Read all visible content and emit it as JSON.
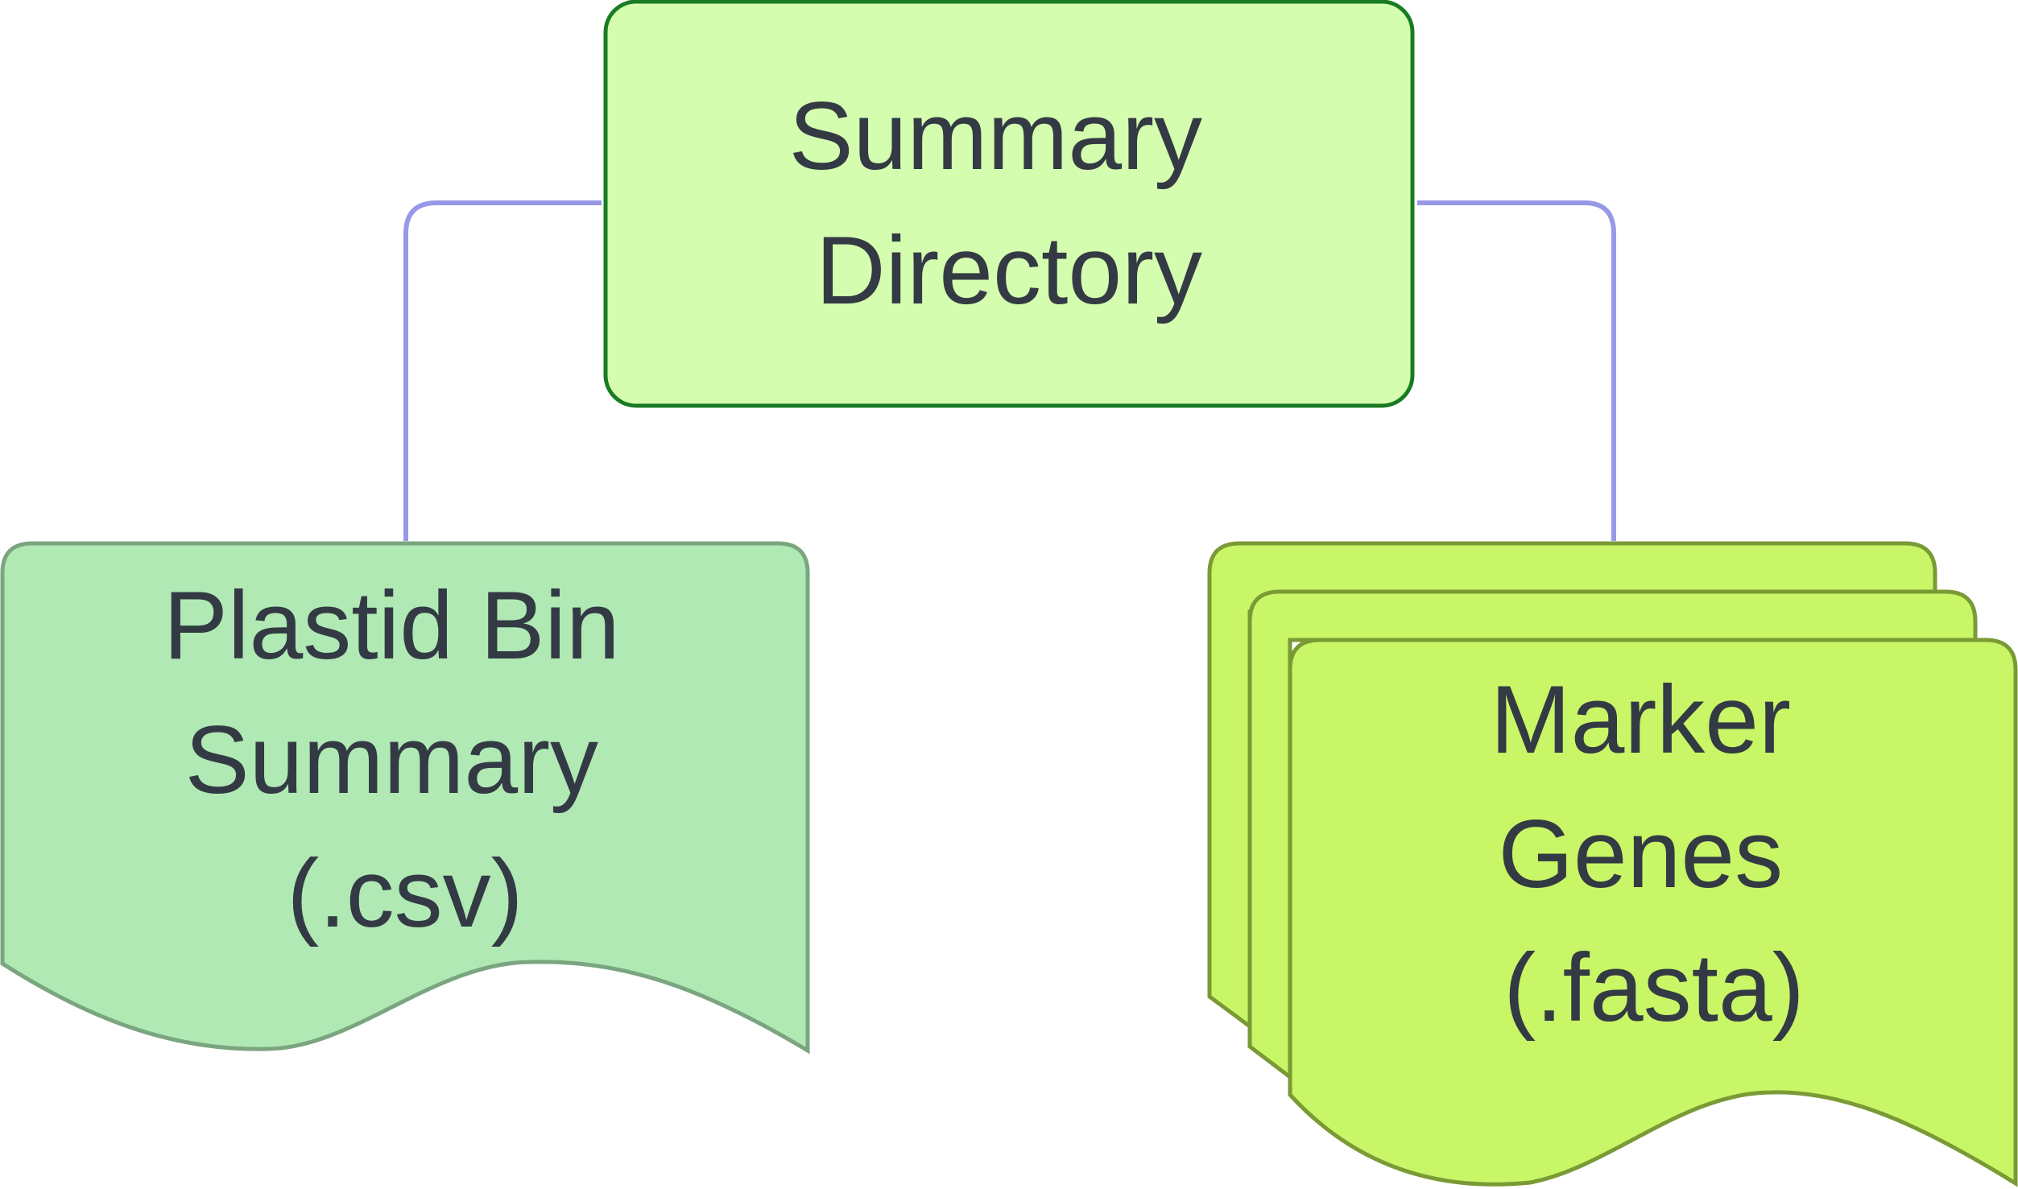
{
  "colors": {
    "connector": "#9898e8",
    "summary_fill": "#d4fdaf",
    "summary_stroke": "#197c23",
    "plastid_fill": "#b0e9b4",
    "plastid_stroke": "#7aa57f",
    "marker_fill": "#c8f666",
    "marker_stroke": "#7a9a36",
    "text": "#333a44"
  },
  "nodes": {
    "summary_directory": {
      "shape": "rounded-rectangle",
      "lines": [
        "Summary",
        "Directory"
      ]
    },
    "plastid_bin_summary": {
      "shape": "document",
      "lines": [
        "Plastid Bin",
        "Summary",
        "(.csv)"
      ]
    },
    "marker_genes": {
      "shape": "stacked-documents",
      "lines": [
        "Marker",
        "Genes",
        "(.fasta)"
      ]
    }
  },
  "edges": [
    {
      "from": "summary_directory",
      "to": "plastid_bin_summary"
    },
    {
      "from": "summary_directory",
      "to": "marker_genes"
    }
  ]
}
